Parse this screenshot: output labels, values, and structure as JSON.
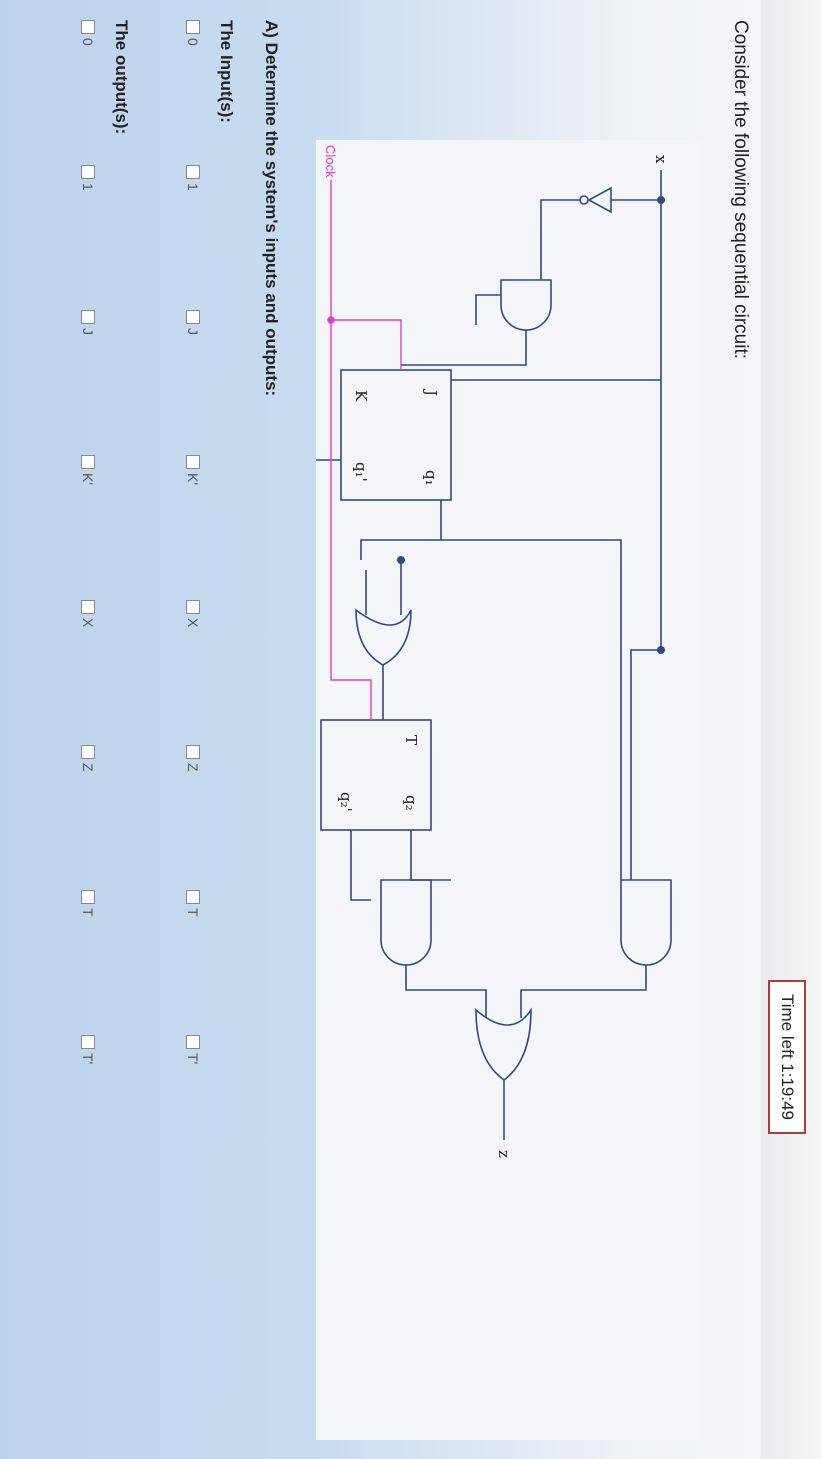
{
  "timer": {
    "label": "Time left 1:19:49"
  },
  "question": {
    "text": "Consider the following sequential circuit:"
  },
  "circuit": {
    "labels": {
      "x": "x",
      "z": "z",
      "clock": "Clock",
      "J": "J",
      "K": "K",
      "T": "T",
      "q1": "q₁",
      "q1p": "q₁'",
      "q2": "q₂",
      "q2p": "q₂'"
    },
    "colors": {
      "wire": "#2f4a86",
      "clock": "#e040c0"
    }
  },
  "sectionA": {
    "title": "A) Determine the system's inputs and outputs:",
    "inputs_title": "The Input(s):",
    "inputs": [
      "0",
      "1",
      "J",
      "K'",
      "X",
      "Z",
      "T",
      "T'"
    ],
    "outputs_title": "The output(s):",
    "outputs": [
      "0",
      "1",
      "J",
      "K'",
      "X",
      "Z",
      "T",
      "T'"
    ]
  }
}
